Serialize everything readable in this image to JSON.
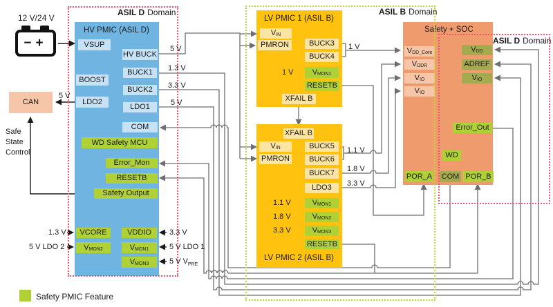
{
  "colors": {
    "blue": "#70B5E2",
    "box_blue": "#C8E2F5",
    "yellow": "#FFC20E",
    "box_cream": "#FCE4A4",
    "lime": "#B0D136",
    "olive": "#A6AA4F",
    "orange": "#EF9B6E",
    "box_salmon": "#F7C6A8",
    "wire": "#6D6E71",
    "ink": "#1A1A1A",
    "red": "#F4516C",
    "green": "#BFD730"
  },
  "domains": {
    "left": {
      "bold": "ASIL D",
      "normal": "Domain"
    },
    "middle": {
      "bold": "ASIL B",
      "normal": "Domain"
    },
    "right": {
      "bold": "ASIL D",
      "normal": "Domain"
    }
  },
  "battery": {
    "label": "12 V/24 V",
    "minus": "−",
    "plus": "+"
  },
  "can": {
    "label": "CAN"
  },
  "safe_state_label": "Safe State Control",
  "legend": {
    "label": "Safety PMIC Feature"
  },
  "hv_pmic": {
    "title": "HV PMIC (ASIL D)",
    "vsup": "VSUP",
    "hv_buck": "HV BUCK",
    "boost": "BOOST",
    "buck1": "BUCK1",
    "buck2": "BUCK2",
    "ldo2": "LDO2",
    "ldo1": "LDO1",
    "com": "COM",
    "wd_safety_mcu": "WD Safety MCU",
    "error_mon": "Error_Mon",
    "resetb": "RESETB",
    "safety_output": "Safety Output",
    "vcore": "VCORE",
    "vddio": "VDDIO",
    "vmon1": {
      "v": "V",
      "sub": "MON1"
    },
    "vmon2": {
      "v": "V",
      "sub": "MON2"
    },
    "vmon3": {
      "v": "V",
      "sub": "MON3"
    }
  },
  "lv_pmic1": {
    "title": "LV PMIC 1 (ASIL B)",
    "vin": {
      "v": "V",
      "sub": "IN"
    },
    "pmron": "PMRON",
    "buck3": "BUCK3",
    "buck4": "BUCK4",
    "vmon1": {
      "v": "V",
      "sub": "MON1"
    },
    "resetb": "RESETB",
    "xfail": "XFAIL B"
  },
  "lv_pmic2": {
    "title": "LV PMIC 2 (ASIL B)",
    "xfail": "XFAIL B",
    "vin": {
      "v": "V",
      "sub": "IN"
    },
    "pmron": "PMRON",
    "buck5": "BUCK5",
    "buck6": "BUCK6",
    "buck7": "BUCK7",
    "ldo3": "LDO3",
    "vmon1": {
      "v": "V",
      "sub": "MON1"
    },
    "vmon2": {
      "v": "V",
      "sub": "MON2"
    },
    "vmon3": {
      "v": "V",
      "sub": "MON3"
    },
    "resetb": "RESETB"
  },
  "soc": {
    "title": "Safety + SOC",
    "vdd_core": {
      "v": "V",
      "sub": "DD_Core"
    },
    "vddr": {
      "v": "V",
      "sub": "DDR"
    },
    "vio1": {
      "v": "V",
      "sub": "IO"
    },
    "vio2": {
      "v": "V",
      "sub": "IO"
    },
    "vdd": {
      "v": "V",
      "sub": "DD"
    },
    "adref": "ADREF",
    "vio_r": {
      "v": "V",
      "sub": "IO"
    },
    "error_out": "Error_Out",
    "wd": "WD",
    "por_a": "POR_A",
    "com": "COM",
    "por_b": "POR_B"
  },
  "wire_labels": {
    "can_5v": "5 V",
    "hvbuck_5v": "5 V",
    "buck1_13": "1.3 V",
    "buck2_33": "3.3 V",
    "ldo1_5v": "5 V",
    "buck34_1v": "1 V",
    "lv1_vmon_1v": "1 V",
    "lv2_11": "1.1 V",
    "lv2_18": "1.8 V",
    "lv2_33": "3.3 V",
    "lv2_vmon_11": "1.1 V",
    "lv2_vmon_18": "1.8 V",
    "lv2_vmon_33": "3.3 V",
    "vcore_13": "1.3 V",
    "vmon2_5vldo2": "5 V LDO 2",
    "vddio_33": "3.3 V",
    "vmon1_5vldo1": "5 V LDO 1",
    "vmon3_5vpre": {
      "text": "5 V V",
      "sub": "PRE"
    }
  }
}
